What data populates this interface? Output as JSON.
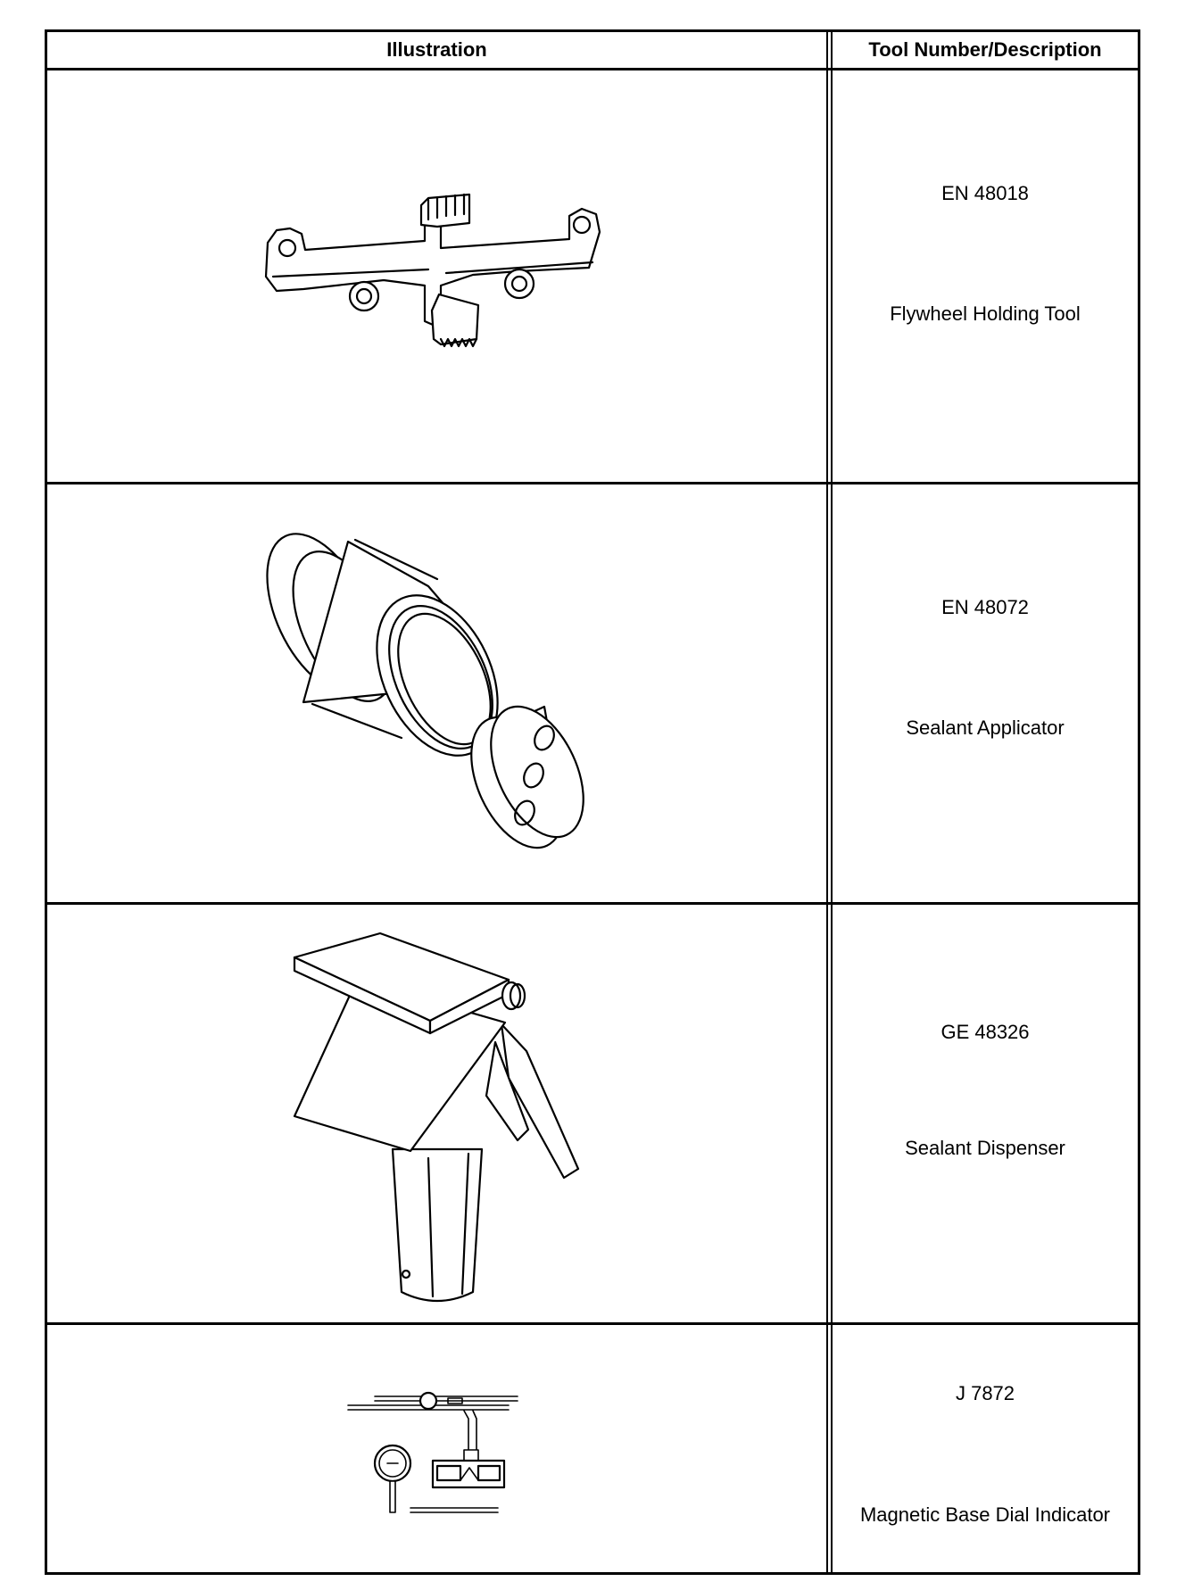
{
  "table": {
    "headers": {
      "illustration": "Illustration",
      "tool": "Tool Number/Description"
    },
    "rows": [
      {
        "number": "EN 48018",
        "name": "Flywheel Holding Tool",
        "icon": "flywheel-holding-tool-icon"
      },
      {
        "number": "EN 48072",
        "name": "Sealant Applicator",
        "icon": "sealant-applicator-icon"
      },
      {
        "number": "GE 48326",
        "name": "Sealant Dispenser",
        "icon": "sealant-dispenser-icon"
      },
      {
        "number": "J 7872",
        "name": "Magnetic Base Dial Indicator",
        "icon": "magnetic-base-dial-indicator-icon"
      }
    ]
  }
}
